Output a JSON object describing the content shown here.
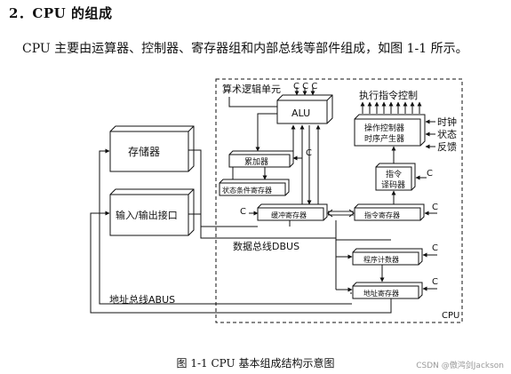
{
  "section_heading": "2．CPU 的组成",
  "body_text": "CPU 主要由运算器、控制器、寄存器组和内部总线等部件组成，如图 1-1 所示。",
  "diagram": {
    "alu_group_label": "算术逻辑单元",
    "alu": "ALU",
    "ccc": "C C C",
    "accumulator": "累加器",
    "status_register": "状态条件寄存器",
    "buffer_register": "缓冲寄存器",
    "control_unit_label": "执行指令控制",
    "timing_generator_line1": "操作控制器",
    "timing_generator_line2": "时序产生器",
    "side_label_1": "时钟",
    "side_label_2": "状态",
    "side_label_3": "反馈",
    "decoder_line1": "指令",
    "decoder_line2": "译码器",
    "instruction_register": "指令寄存器",
    "program_counter": "程序计数器",
    "address_register": "地址寄存器",
    "memory": "存储器",
    "io_interface": "输入/输出接口",
    "data_bus": "数据总线DBUS",
    "address_bus": "地址总线ABUS",
    "cpu_label": "CPU",
    "c_label": "C"
  },
  "figure_caption": "图 1-1    CPU 基本组成结构示意图",
  "watermark": "CSDN @傲鸿剑Jackson"
}
